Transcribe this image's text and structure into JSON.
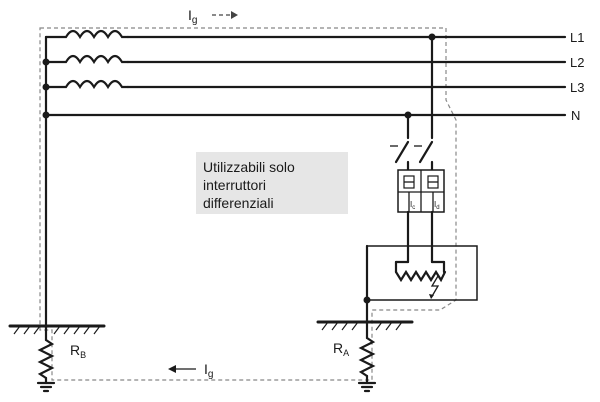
{
  "lines": {
    "l1": "L1",
    "l2": "L2",
    "l3": "L3",
    "n": "N"
  },
  "current": {
    "top": "I",
    "top_sub": "g",
    "bottom": "I",
    "bottom_sub": "g"
  },
  "resistors": {
    "rb": "R",
    "rb_sub": "B",
    "ra": "R",
    "ra_sub": "A"
  },
  "breaker": {
    "left_label": "I",
    "left_sub": "c",
    "right_label": "I",
    "right_sub": "d"
  },
  "note": {
    "line1": "Utilizzabili solo",
    "line2": "interruttori",
    "line3": "differenziali"
  }
}
